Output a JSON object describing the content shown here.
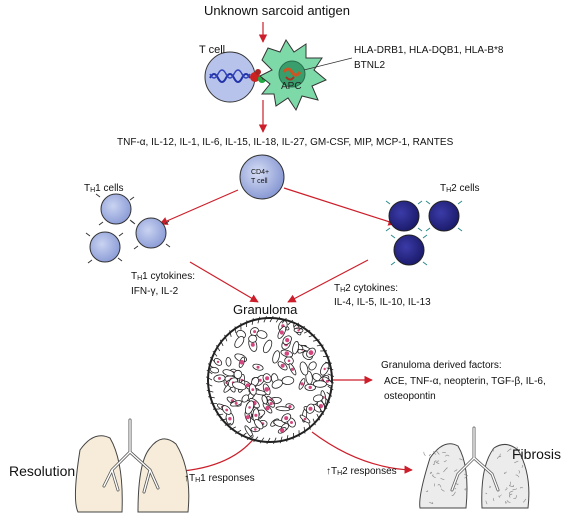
{
  "diagram": {
    "title": "Unknown sarcoid antigen",
    "tcell_label": "T cell",
    "apc_label": "APC",
    "hla_line1": "HLA-DRB1, HLA-DQB1, HLA-B*8",
    "hla_line2": "BTNL2",
    "cytokines_line": "TNF-α, IL-12, IL-1, IL-6, IL-15, IL-18, IL-27, GM-CSF, MIP, MCP-1, RANTES",
    "cd4_line1": "CD4+",
    "cd4_line2": "T cell",
    "th1_cells": {
      "prefix": "T",
      "sub": "H",
      "suffix": "1 cells"
    },
    "th2_cells": {
      "prefix": "T",
      "sub": "H",
      "suffix": "2 cells"
    },
    "th1_cytokines": {
      "prefix": "T",
      "sub": "H",
      "suffix": "1 cytokines:",
      "line2": "IFN-γ, IL-2"
    },
    "th2_cytokines": {
      "prefix": "T",
      "sub": "H",
      "suffix": "2 cytokines:",
      "line2": "IL-4, IL-5, IL-10, IL-13"
    },
    "granuloma_label": "Granuloma",
    "derived_factors": {
      "line1": "Granuloma derived factors:",
      "line2": "ACE, TNF-α, neopterin, TGF-β, IL-6,",
      "line3": "osteopontin"
    },
    "resolution_label": "Resolution",
    "fibrosis_label": "Fibrosis",
    "th1_responses": {
      "prefix": "↑T",
      "sub": "H",
      "suffix": "1 responses"
    },
    "th2_responses": {
      "prefix": "↑T",
      "sub": "H",
      "suffix": "2 responses"
    }
  },
  "colors": {
    "arrow": "#cc1f2b",
    "th1_cell_fill": "#aab8e6",
    "th2_cell_fill": "#2a2a8c",
    "apc_fill": "#7dd9a8",
    "granuloma_pink": "#d4467f",
    "lung_fill": "#f6ecd9",
    "lung_fibrosis_fill": "#ececec"
  }
}
